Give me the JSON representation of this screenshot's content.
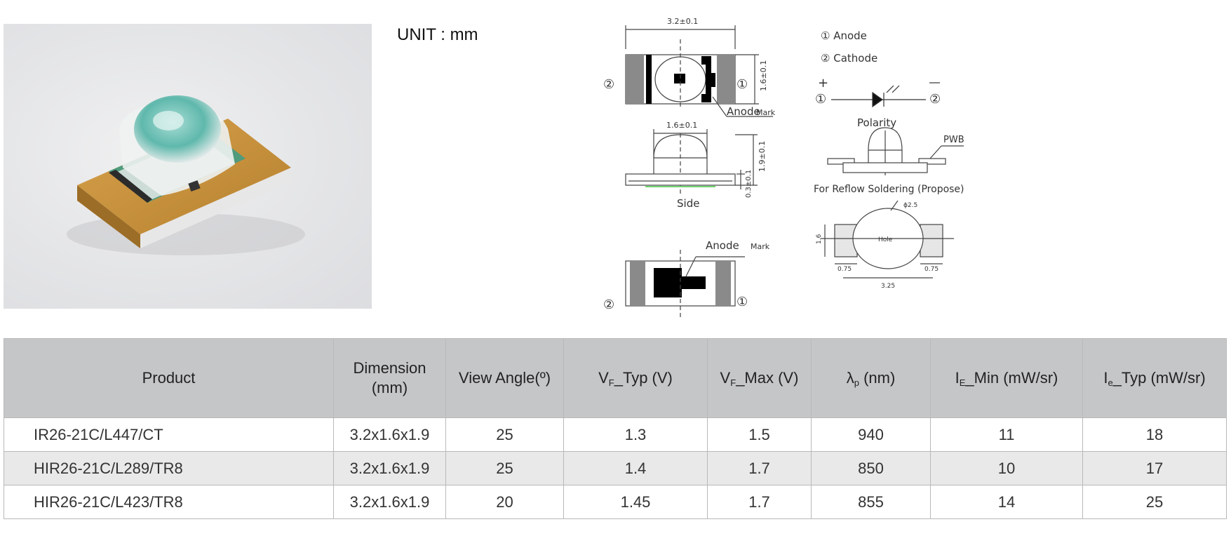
{
  "unit_label": "UNIT : mm",
  "drawing": {
    "top_width": "3.2±0.1",
    "top_height": "1.6±0.1",
    "side_width": "1.6±0.1",
    "side_height": "1.9±0.1",
    "side_lead": "0.3±0.1",
    "pin2": "②",
    "pin1": "①",
    "anode_mark_1": "Anode",
    "anode_mark_2": "Anode",
    "mark_small": "Mark",
    "side_label": "Side",
    "legend_anode": "① Anode",
    "legend_cathode": "② Cathode",
    "plus": "+",
    "polarity": "Polarity",
    "pwb": "PWB",
    "reflow": "For Reflow Soldering (Propose)",
    "hole_dia": "ϕ2.5",
    "hole": "Hole",
    "pad_height": "1.6",
    "pad_left": "0.75",
    "pad_right": "0.75",
    "pad_total": "3.25"
  },
  "table": {
    "headers": {
      "product": "Product",
      "dimension": "Dimension (mm)",
      "view_angle": "View Angle(º)",
      "vf_typ_a": "V",
      "vf_typ_sub": "F",
      "vf_typ_b": "_Typ (V)",
      "vf_max_a": "V",
      "vf_max_sub": "F",
      "vf_max_b": "_Max (V)",
      "lp_a": "λ",
      "lp_sub": "p",
      "lp_b": " (nm)",
      "ie_min_a": "I",
      "ie_min_sub": "E",
      "ie_min_b": "_Min (mW/sr)",
      "ie_typ_a": "I",
      "ie_typ_sub": "e",
      "ie_typ_b": "_Typ (mW/sr)"
    },
    "rows": [
      {
        "product": "IR26-21C/L447/CT",
        "dimension": "3.2x1.6x1.9",
        "view_angle": "25",
        "vf_typ": "1.3",
        "vf_max": "1.5",
        "lp": "940",
        "ie_min": "11",
        "ie_typ": "18"
      },
      {
        "product": "HIR26-21C/L289/TR8",
        "dimension": "3.2x1.6x1.9",
        "view_angle": "25",
        "vf_typ": "1.4",
        "vf_max": "1.7",
        "lp": "850",
        "ie_min": "10",
        "ie_typ": "17"
      },
      {
        "product": "HIR26-21C/L423/TR8",
        "dimension": "3.2x1.6x1.9",
        "view_angle": "20",
        "vf_typ": "1.45",
        "vf_max": "1.7",
        "lp": "855",
        "ie_min": "14",
        "ie_typ": "25"
      }
    ]
  }
}
